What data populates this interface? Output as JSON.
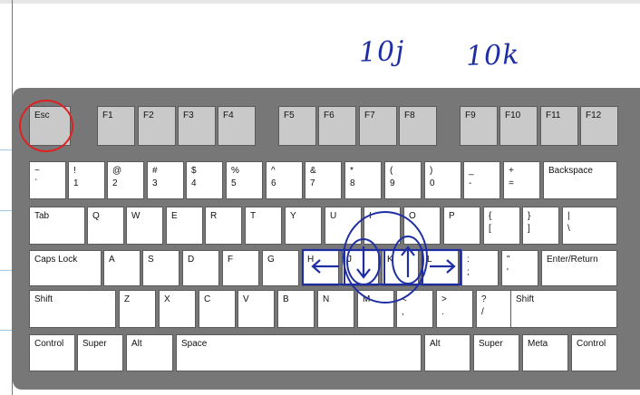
{
  "annotations": {
    "note_left": "10j",
    "note_right": "10k"
  },
  "fn_row": [
    "Esc",
    "F1",
    "F2",
    "F3",
    "F4",
    "F5",
    "F6",
    "F7",
    "F8",
    "F9",
    "F10",
    "F11",
    "F12"
  ],
  "number_row": [
    {
      "top": "~",
      "bot": "`"
    },
    {
      "top": "!",
      "bot": "1"
    },
    {
      "top": "@",
      "bot": "2"
    },
    {
      "top": "#",
      "bot": "3"
    },
    {
      "top": "$",
      "bot": "4"
    },
    {
      "top": "%",
      "bot": "5"
    },
    {
      "top": "^",
      "bot": "6"
    },
    {
      "top": "&",
      "bot": "7"
    },
    {
      "top": "*",
      "bot": "8"
    },
    {
      "top": "(",
      "bot": "9"
    },
    {
      "top": ")",
      "bot": "0"
    },
    {
      "top": "_",
      "bot": "-"
    },
    {
      "top": "+",
      "bot": "="
    },
    {
      "top": "Backspace",
      "bot": ""
    }
  ],
  "tab_row": [
    {
      "top": "Tab",
      "bot": ""
    },
    {
      "top": "Q",
      "bot": ""
    },
    {
      "top": "W",
      "bot": ""
    },
    {
      "top": "E",
      "bot": ""
    },
    {
      "top": "R",
      "bot": ""
    },
    {
      "top": "T",
      "bot": ""
    },
    {
      "top": "Y",
      "bot": ""
    },
    {
      "top": "U",
      "bot": ""
    },
    {
      "top": "I",
      "bot": ""
    },
    {
      "top": "O",
      "bot": ""
    },
    {
      "top": "P",
      "bot": ""
    },
    {
      "top": "{",
      "bot": "["
    },
    {
      "top": "}",
      "bot": "]"
    },
    {
      "top": "|",
      "bot": "\\"
    }
  ],
  "caps_row": [
    {
      "top": "Caps Lock",
      "bot": ""
    },
    {
      "top": "A",
      "bot": ""
    },
    {
      "top": "S",
      "bot": ""
    },
    {
      "top": "D",
      "bot": ""
    },
    {
      "top": "F",
      "bot": ""
    },
    {
      "top": "G",
      "bot": ""
    },
    {
      "top": "H",
      "bot": ""
    },
    {
      "top": "J",
      "bot": ""
    },
    {
      "top": "K",
      "bot": ""
    },
    {
      "top": "L",
      "bot": ""
    },
    {
      "top": ":",
      "bot": ";"
    },
    {
      "top": "\"",
      "bot": "'"
    },
    {
      "top": "Enter/Return",
      "bot": ""
    }
  ],
  "shift_row": [
    {
      "top": "Shift",
      "bot": ""
    },
    {
      "top": "Z",
      "bot": ""
    },
    {
      "top": "X",
      "bot": ""
    },
    {
      "top": "C",
      "bot": ""
    },
    {
      "top": "V",
      "bot": ""
    },
    {
      "top": "B",
      "bot": ""
    },
    {
      "top": "N",
      "bot": ""
    },
    {
      "top": "M",
      "bot": ""
    },
    {
      "top": "<",
      "bot": ","
    },
    {
      "top": ">",
      "bot": "."
    },
    {
      "top": "?",
      "bot": "/"
    },
    {
      "top": "Shift",
      "bot": ""
    }
  ],
  "bottom_row": [
    "Control",
    "Super",
    "Alt",
    "Space",
    "Alt",
    "Super",
    "Meta",
    "Control"
  ],
  "colors": {
    "ink": "#1f2fa3",
    "esc_circle": "#e02020",
    "keyboard": "#777777",
    "fn_key": "#c9c9c9"
  }
}
